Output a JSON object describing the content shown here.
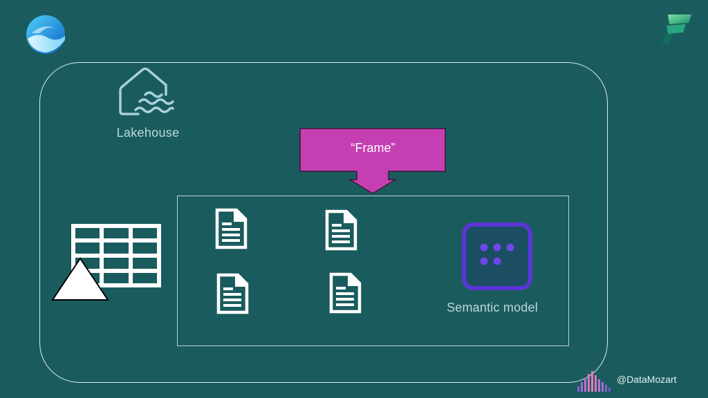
{
  "lakehouse": {
    "label": "Lakehouse",
    "icon": "lakehouse-icon"
  },
  "callout": {
    "label": "“Frame”",
    "color": "#c43fb2"
  },
  "documents": [
    {
      "icon": "document-icon"
    },
    {
      "icon": "document-icon"
    },
    {
      "icon": "document-icon"
    },
    {
      "icon": "document-icon"
    }
  ],
  "delta_table": {
    "icons": [
      "table-icon",
      "delta-icon"
    ]
  },
  "semantic_model": {
    "label": "Semantic model",
    "icon": "semantic-model-icon",
    "color": "#5c35d6"
  },
  "logos": {
    "onelake": "onelake-logo",
    "fabric": "fabric-logo"
  },
  "footer": {
    "handle": "@DataMozart"
  },
  "colors": {
    "background": "#1a5c5e",
    "frame_border": "#d9ecec",
    "callout": "#c43fb2",
    "semantic_model": "#5c35d6"
  }
}
